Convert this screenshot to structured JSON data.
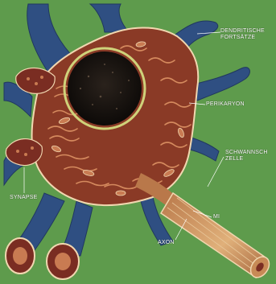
{
  "labels": {
    "dendrites_line1": "DENDRITISCHE",
    "dendrites_line2": "FORTSÄTZE",
    "perikaryon": "PERIKARYON",
    "schwann_line1": "SCHWANNSCH",
    "schwann_line2": "ZELLE",
    "synapse": "SYNAPSE",
    "mi": "MI",
    "axon": "AXON"
  },
  "colors": {
    "background": "#5e9b4c",
    "dendrite": "#2f4f82",
    "cytoplasm": "#8a3a26",
    "organelle": "#c97b52",
    "membrane_highlight": "#f1d7b0",
    "nucleus": "#17120f",
    "nuclear_envelope": "#cfd27a",
    "axon": "#c78a56",
    "myelin": "#e8c79a"
  }
}
